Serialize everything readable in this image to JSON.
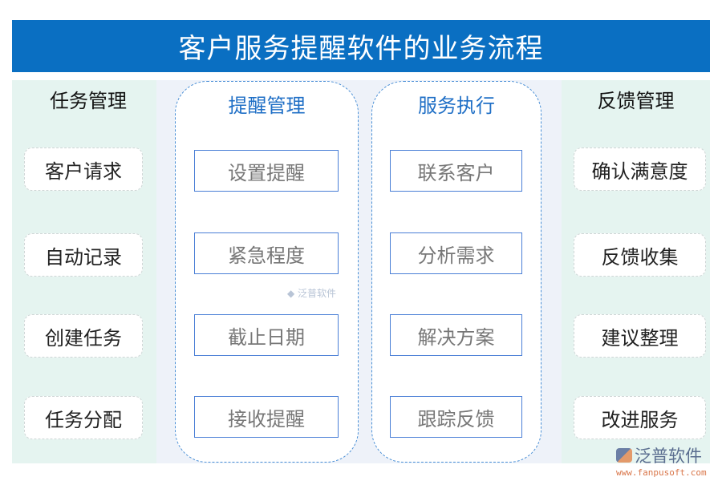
{
  "title": "客户服务提醒软件的业务流程",
  "columns": [
    {
      "heading": "任务管理",
      "items": [
        "客户请求",
        "自动记录",
        "创建任务",
        "任务分配"
      ]
    },
    {
      "heading": "提醒管理",
      "items": [
        "设置提醒",
        "紧急程度",
        "截止日期",
        "接收提醒"
      ]
    },
    {
      "heading": "服务执行",
      "items": [
        "联系客户",
        "分析需求",
        "解决方案",
        "跟踪反馈"
      ]
    },
    {
      "heading": "反馈管理",
      "items": [
        "确认满意度",
        "反馈收集",
        "建议整理",
        "改进服务"
      ]
    }
  ],
  "watermark": {
    "name": "泛普软件",
    "url": "www.fanpusoft.com"
  },
  "colors": {
    "title_bar": "#0a6fc2",
    "side_bg": "#e5f4f0",
    "mid_bg": "#eef2f9",
    "accent": "#1f6fc6"
  }
}
